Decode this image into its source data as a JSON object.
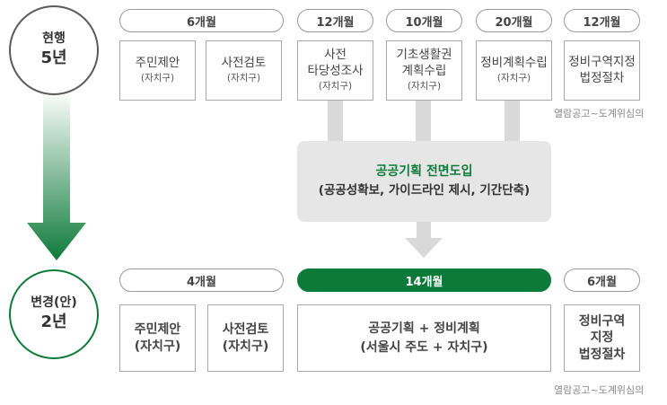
{
  "current": {
    "label": "현행",
    "duration": "5년",
    "border_color": "#5a5a5a",
    "pills": [
      "6개월",
      "12개월",
      "10개월",
      "20개월",
      "12개월"
    ],
    "steps": [
      {
        "title": "주민제안",
        "sub": "(자치구)"
      },
      {
        "title": "사전검토",
        "sub": "(자치구)"
      },
      {
        "title": "사전\n타당성조사",
        "sub": "(자치구)"
      },
      {
        "title": "기초생활권\n계획수립",
        "sub": "(자치구)"
      },
      {
        "title": "정비계획수립",
        "sub": "(자치구)"
      },
      {
        "title": "정비구역지정\n법정절차",
        "sub": ""
      }
    ],
    "note": "열람공고~도계위심의"
  },
  "intro": {
    "title": "공공기획 전면도입",
    "subtitle": "(공공성확보, 가이드라인 제시, 기간단축)"
  },
  "proposed": {
    "label": "변경(안)",
    "duration": "2년",
    "border_color": "#0e7a3a",
    "pills": [
      "4개월",
      "14개월",
      "6개월"
    ],
    "steps": [
      {
        "title": "주민제안\n(자치구)"
      },
      {
        "title": "사전검토\n(자치구)"
      },
      {
        "title": "공공기획 + 정비계획\n(서울시 주도 + 자치구)"
      },
      {
        "title": "정비구역\n지정\n법정절차"
      }
    ],
    "note": "열람공고~도계위심의"
  },
  "colors": {
    "green": "#0e7a3a",
    "gray": "#d9d9d9"
  }
}
